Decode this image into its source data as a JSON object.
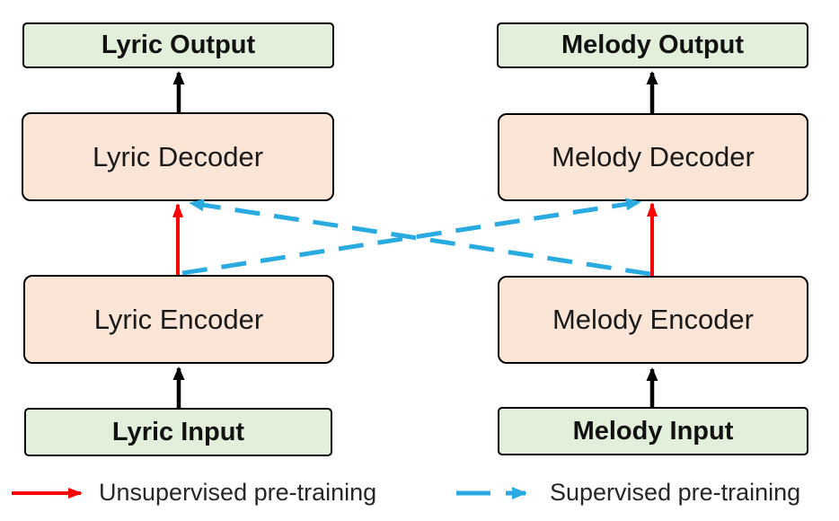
{
  "diagram": {
    "columns": [
      {
        "id": "lyric",
        "output_label": "Lyric Output",
        "decoder_label": "Lyric Decoder",
        "encoder_label": "Lyric Encoder",
        "input_label": "Lyric Input"
      },
      {
        "id": "melody",
        "output_label": "Melody Output",
        "decoder_label": "Melody Decoder",
        "encoder_label": "Melody Encoder",
        "input_label": "Melody Input"
      }
    ],
    "legend": [
      {
        "arrow": "red-solid-arrow",
        "label": "Unsupervised pre-training"
      },
      {
        "arrow": "blue-dashed-arrow",
        "label": "Supervised pre-training"
      }
    ],
    "colors": {
      "background": "#ffffff",
      "io_box_fill": "#e2efda",
      "codec_box_fill": "#fbe5d6",
      "box_border": "#000000",
      "flow_arrow": "#000000",
      "unsupervised_arrow": "#ff0000",
      "supervised_arrow": "#29abe2"
    }
  }
}
